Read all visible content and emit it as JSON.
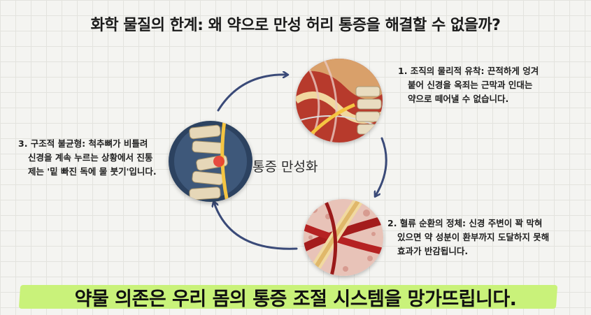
{
  "title": "화학 물질의 한계: 왜 약으로 만성 허리 통증을 해결할 수 없을까?",
  "center_label": "통증 만성화",
  "steps": [
    {
      "lines": [
        "1. 조직의 물리적 유착: 끈적하게 엉겨",
        "붙어 신경을 옥죄는 근막과 인대는",
        "약으로 떼어낼 수 없습니다."
      ],
      "icon": "fascia-adhesion-illustration"
    },
    {
      "lines": [
        "2. 혈류 순환의 정체: 신경 주변이 꽉 막혀",
        "있으면 약 성분이 환부까지 도달하지 못해",
        "효과가 반감됩니다."
      ],
      "icon": "blood-flow-blockage-illustration"
    },
    {
      "lines": [
        "3. 구조적 불균형: 척추뼈가 비틀려",
        "신경을 계속 누르는 상황에서 진통",
        "제는 '밑 빠진 독에 물 붓기'입니다."
      ],
      "icon": "spine-imbalance-illustration"
    }
  ],
  "bottom_banner": "약물 의존은 우리 몸의 통증 조절 시스템을 망가뜨립니다.",
  "colors": {
    "arrow": "#3a4a78",
    "highlight": "#c9f27a",
    "background": "#f4f4f1"
  }
}
